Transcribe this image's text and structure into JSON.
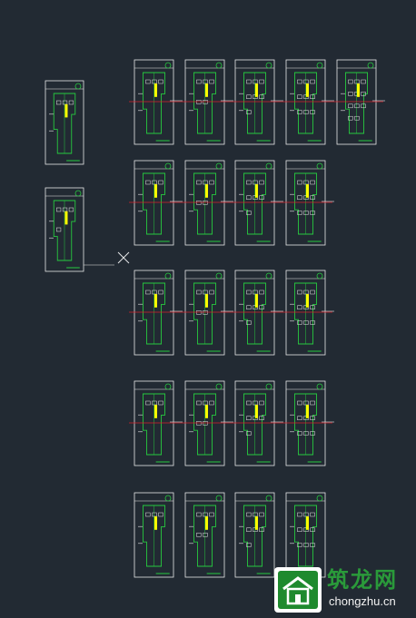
{
  "background_color": "#222a33",
  "cad": {
    "frame_color": "#e8e8e8",
    "wall_color": "#27c93f",
    "section_line_color": "#d81f2a",
    "highlight_color": "#ffff00",
    "cursor_icon": "crosshair-x-icon",
    "rows": [
      {
        "count": 5,
        "section_line": true
      },
      {
        "count": 4,
        "section_line": true
      },
      {
        "count": 4,
        "section_line": true
      },
      {
        "count": 4,
        "section_line": true
      },
      {
        "count": 4,
        "section_line": false
      }
    ],
    "side_sheets": 2
  },
  "watermark": {
    "title": "筑龙网",
    "url": "chongzhu.cn",
    "logo_icon": "house-logo-icon"
  }
}
